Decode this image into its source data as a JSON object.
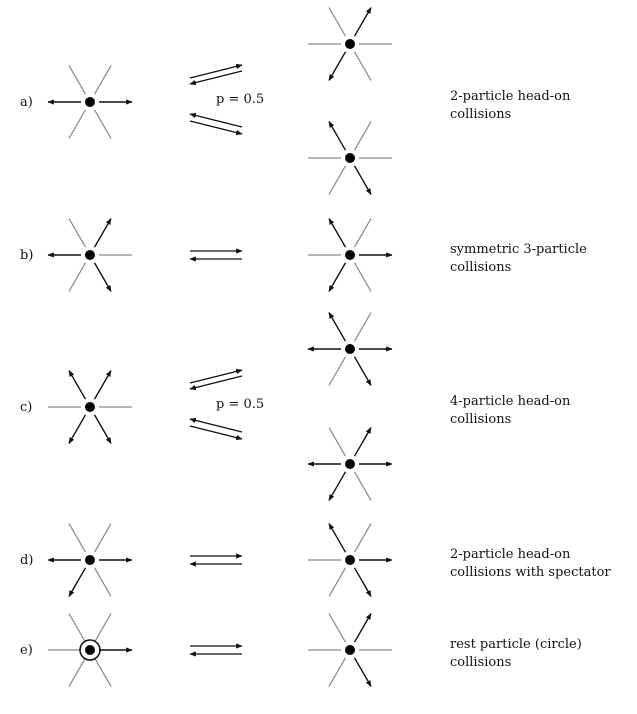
{
  "rows": [
    {
      "label": "a)",
      "probability": "p = 0.5",
      "caption_line1": "2-particle head-on",
      "caption_line2": "collisions",
      "left_state": {
        "active": [
          0,
          3
        ],
        "rest": false
      },
      "right_states": [
        {
          "active": [
            1,
            4
          ],
          "rest": false
        },
        {
          "active": [
            2,
            5
          ],
          "rest": false
        }
      ],
      "arrows": "split"
    },
    {
      "label": "b)",
      "probability": "",
      "caption_line1": "symmetric 3-particle",
      "caption_line2": "collisions",
      "left_state": {
        "active": [
          1,
          3,
          5
        ],
        "rest": false
      },
      "right_states": [
        {
          "active": [
            0,
            2,
            4
          ],
          "rest": false
        }
      ],
      "arrows": "equilibrium"
    },
    {
      "label": "c)",
      "probability": "p = 0.5",
      "caption_line1": "4-particle head-on",
      "caption_line2": "collisions",
      "left_state": {
        "active": [
          1,
          2,
          4,
          5
        ],
        "rest": false
      },
      "right_states": [
        {
          "active": [
            0,
            2,
            3,
            5
          ],
          "rest": false
        },
        {
          "active": [
            0,
            1,
            3,
            4
          ],
          "rest": false
        }
      ],
      "arrows": "split"
    },
    {
      "label": "d)",
      "probability": "",
      "caption_line1": "2-particle head-on",
      "caption_line2": "collisions with spectator",
      "left_state": {
        "active": [
          0,
          3,
          4
        ],
        "rest": false
      },
      "right_states": [
        {
          "active": [
            0,
            2,
            5
          ],
          "rest": false
        }
      ],
      "arrows": "equilibrium"
    },
    {
      "label": "e)",
      "probability": "",
      "caption_line1": "rest particle (circle)",
      "caption_line2": "collisions",
      "left_state": {
        "active": [
          0
        ],
        "rest": true
      },
      "right_states": [
        {
          "active": [
            1,
            5
          ],
          "rest": false
        }
      ],
      "arrows": "equilibrium"
    }
  ]
}
